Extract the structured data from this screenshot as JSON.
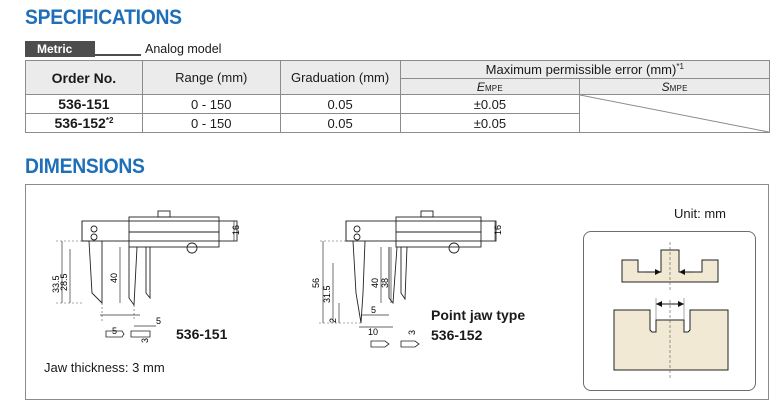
{
  "specifications": {
    "title": "SPECIFICATIONS",
    "metric_tab": "Metric",
    "model_label": "Analog model",
    "table": {
      "headers": {
        "order_no": "Order No.",
        "range": "Range (mm)",
        "graduation": "Graduation (mm)",
        "max_error": "Maximum permissible error (mm)",
        "max_error_note": "*1",
        "empe_prefix": "E",
        "empe_suffix": "MPE",
        "smpe_prefix": "S",
        "smpe_suffix": "MPE"
      },
      "rows": [
        {
          "order_no": "536-151",
          "note": "",
          "range": "0 - 150",
          "graduation": "0.05",
          "empe": "±0.05"
        },
        {
          "order_no": "536-152",
          "note": "*2",
          "range": "0 - 150",
          "graduation": "0.05",
          "empe": "±0.05"
        }
      ]
    }
  },
  "dimensions": {
    "title": "DIMENSIONS",
    "unit_label": "Unit: mm",
    "jaw_thickness": "Jaw thickness: 3 mm",
    "model_a": {
      "order_no": "536-151",
      "dims": {
        "d16": "16",
        "d40": "40",
        "d335": "33.5",
        "d285": "28.5",
        "d5a": "5",
        "d5b": "5",
        "d3": "3"
      }
    },
    "model_b": {
      "type_label": "Point jaw type",
      "order_no": "536-152",
      "dims": {
        "d16": "16",
        "d56": "56",
        "d315": "31.5",
        "d2": "2",
        "d40": "40",
        "d38": "38",
        "d5": "5",
        "d10": "10",
        "d3": "3"
      }
    }
  }
}
